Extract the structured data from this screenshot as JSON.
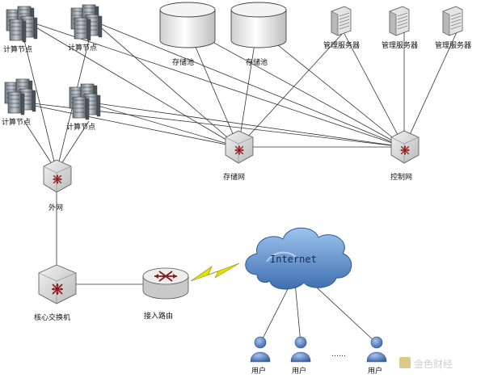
{
  "diagram": {
    "compute_label": "计算节点",
    "storage_pool_label": "存储池",
    "mgmt_server_label": "管理服务器",
    "external_net_label": "外网",
    "storage_net_label": "存储网",
    "control_net_label": "控制网",
    "core_switch_label": "核心交换机",
    "access_router_label": "接入路由",
    "internet_label": "Internet",
    "user_label": "用户",
    "ellipsis": "……"
  },
  "watermark": {
    "text": "金色财经"
  },
  "colors": {
    "line": "#333333",
    "cloud": "#5d8fc9",
    "switch": "#d9d9d9",
    "arrow": "#8b1a1a",
    "storage": "#e8e8e8",
    "user": "#4a74b8",
    "bolt": "#e6e000"
  }
}
